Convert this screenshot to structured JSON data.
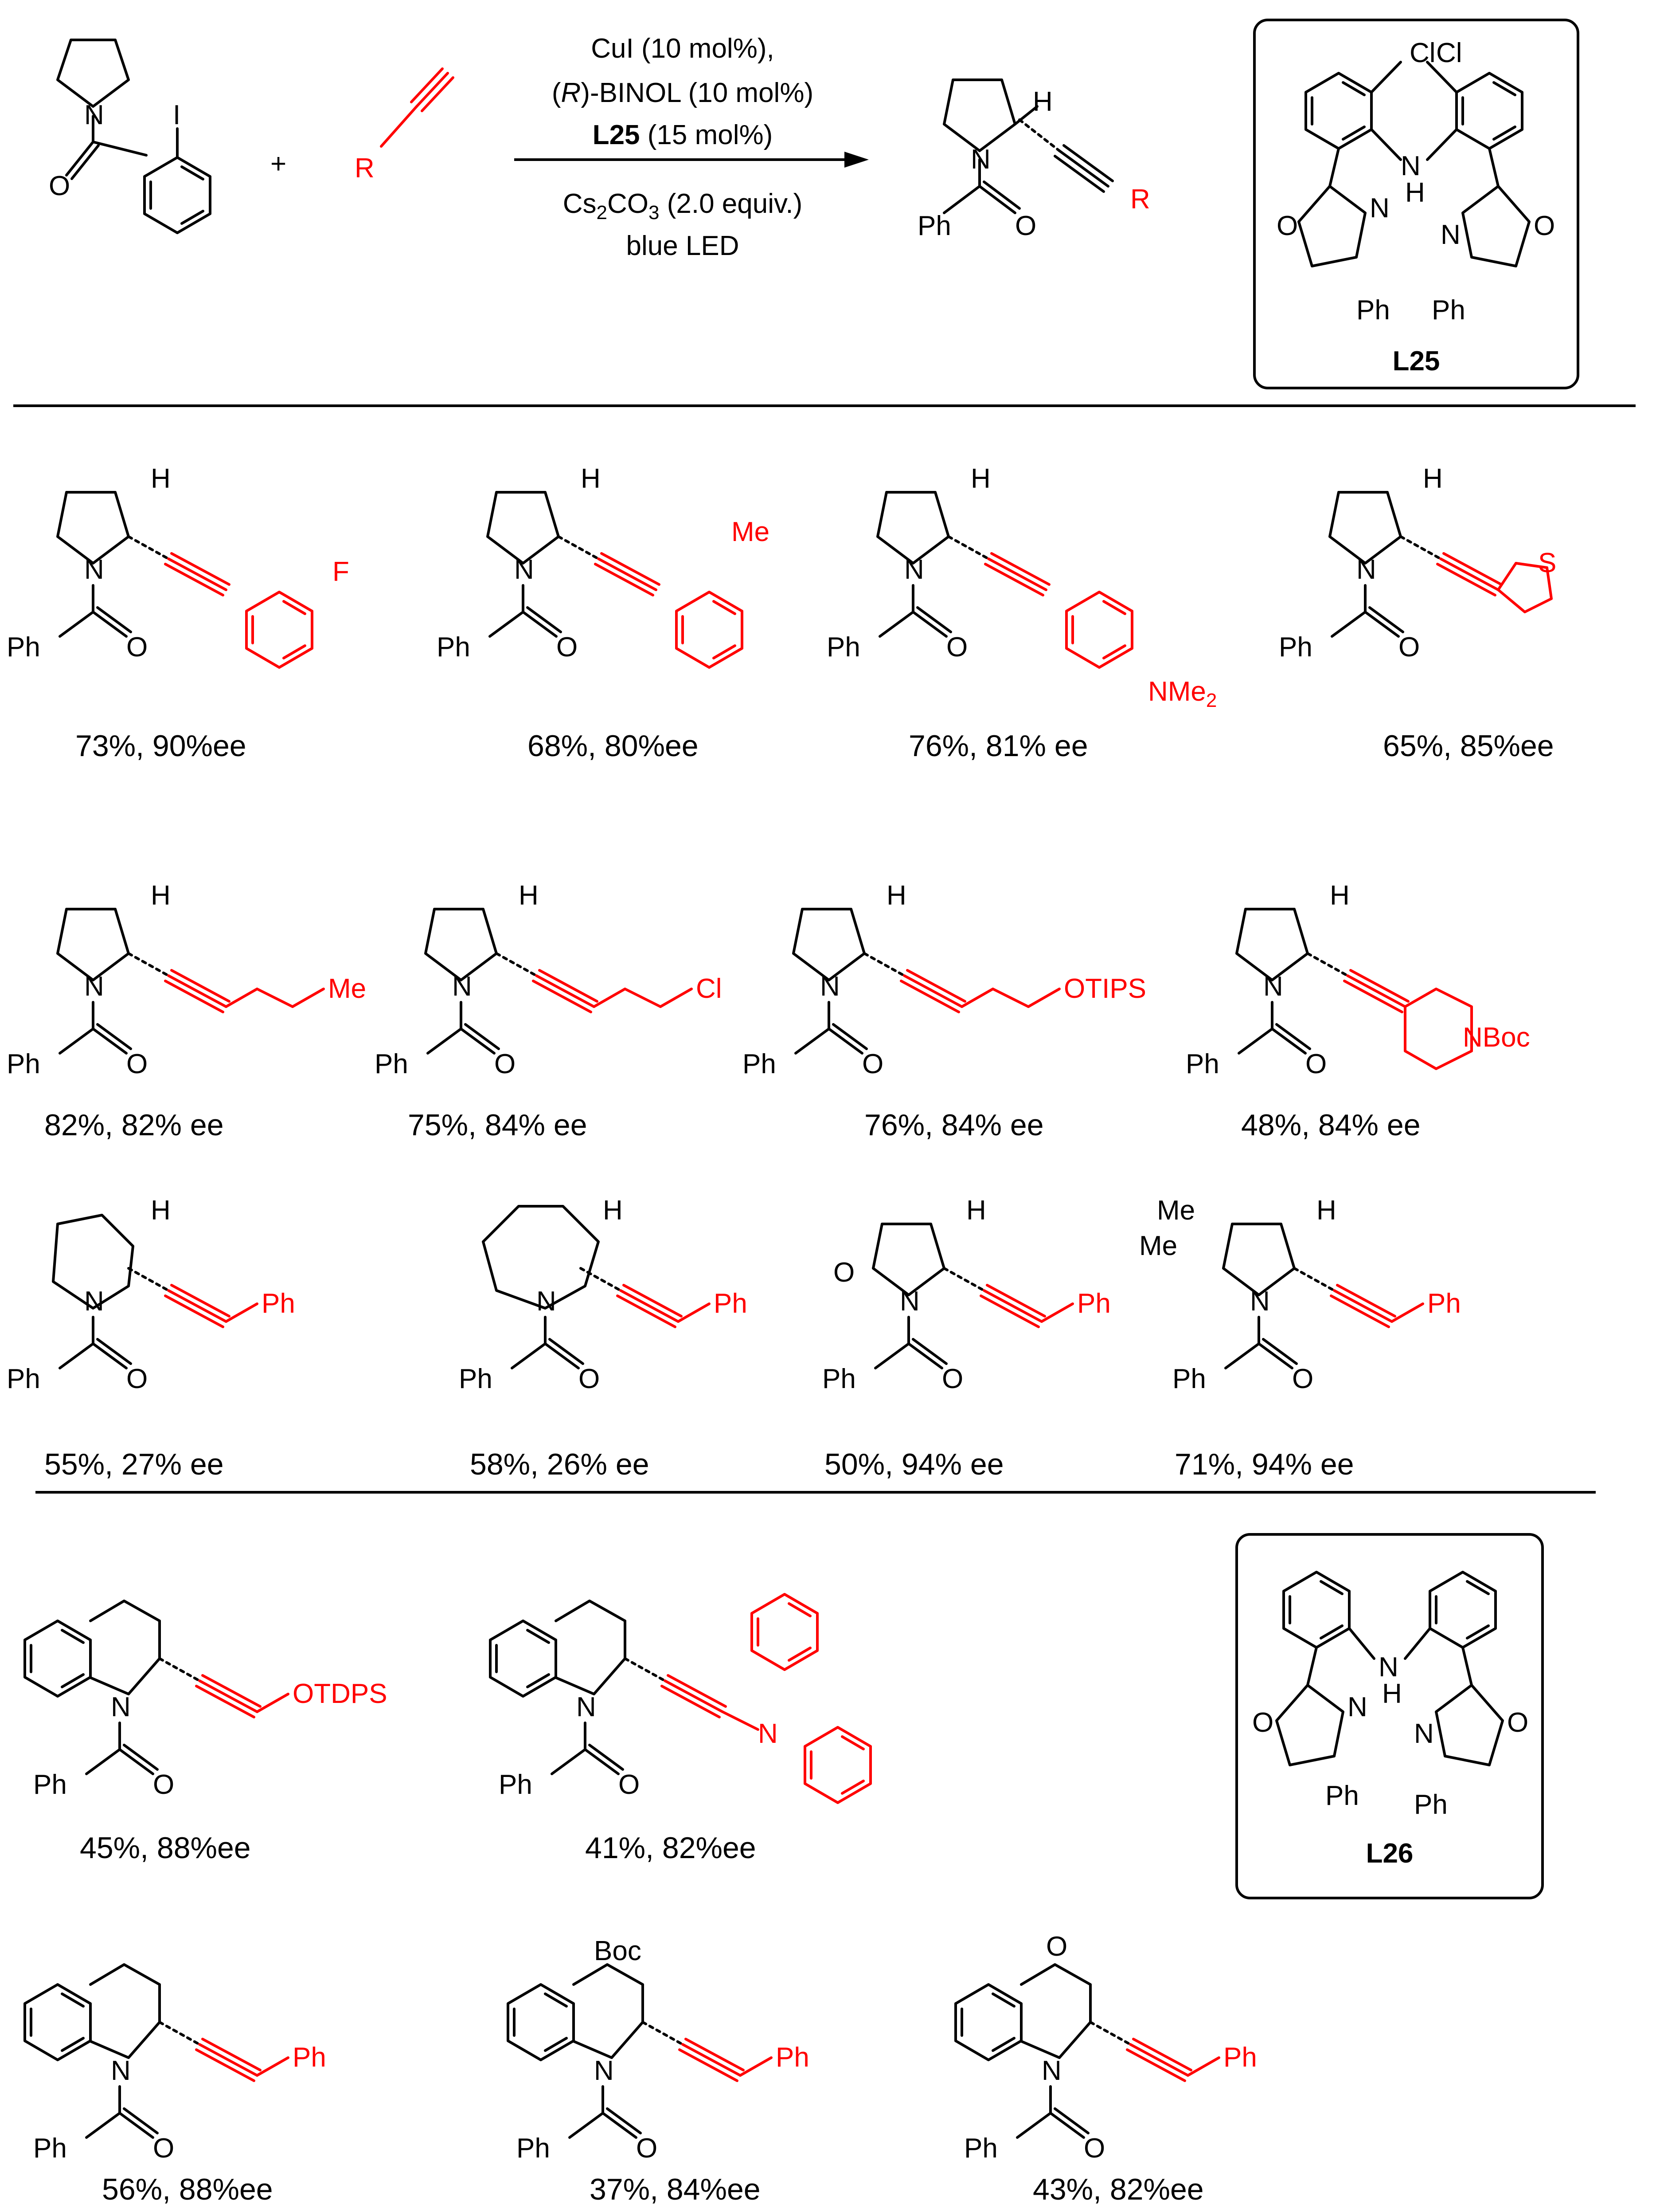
{
  "colors": {
    "substituent": "#ff0000",
    "ink": "#000000",
    "background": "#ffffff"
  },
  "header": {
    "plus": "+",
    "alkyne_R": "R",
    "iodo": "I",
    "reactant_N": "N",
    "reactant_O": "O",
    "conditions": {
      "line1": "CuI (10 mol%),",
      "line2_italic": "R",
      "line2_rest": ")-BINOL (10 mol%)",
      "line2_open": "(",
      "line3_bold": "L25",
      "line3_rest": " (15 mol%)",
      "line4_pre": "Cs",
      "line4_sub1": "2",
      "line4_mid": "CO",
      "line4_sub2": "3",
      "line4_post": " (2.0 equiv.)",
      "line5": "blue LED"
    },
    "product": {
      "H": "H",
      "N": "N",
      "Ph": "Ph",
      "O": "O",
      "R": "R"
    }
  },
  "ligands": [
    {
      "label": "L25",
      "Cl": "Cl",
      "NH_N": "N",
      "NH_H": "H",
      "H": "H",
      "O": "O",
      "N": "N",
      "Ph": "Ph"
    },
    {
      "label": "L26",
      "NH_N": "N",
      "NH_H": "H",
      "O": "O",
      "N": "N",
      "Ph": "Ph"
    }
  ],
  "common": {
    "H": "H",
    "N": "N",
    "Ph": "Ph",
    "O": "O",
    "Me": "Me",
    "Boc": "Boc"
  },
  "products": [
    {
      "substituent": "F",
      "result": "73%, 90%ee"
    },
    {
      "substituent": "Me",
      "result": "68%, 80%ee"
    },
    {
      "substituent": "NMe",
      "substituent_sub": "2",
      "result": "76%, 81% ee"
    },
    {
      "substituent": "S",
      "result": "65%, 85%ee"
    },
    {
      "substituent": "Me",
      "result": "82%, 82% ee"
    },
    {
      "substituent": "Cl",
      "result": "75%, 84% ee"
    },
    {
      "substituent": "OTIPS",
      "result": "76%, 84% ee"
    },
    {
      "substituent": "NBoc",
      "result": "48%, 84% ee"
    },
    {
      "substituent": "Ph",
      "result": "55%, 27% ee"
    },
    {
      "substituent": "Ph",
      "result": "58%, 26% ee"
    },
    {
      "substituent": "Ph",
      "result": "50%, 94% ee"
    },
    {
      "substituent": "Ph",
      "result": "71%, 94% ee"
    },
    {
      "substituent": "OTDPS",
      "result": "45%, 88%ee"
    },
    {
      "substituent": "N",
      "result": "41%, 82%ee"
    },
    {
      "substituent": "Ph",
      "result": "56%, 88%ee"
    },
    {
      "substituent": "Ph",
      "result": "37%, 84%ee"
    },
    {
      "substituent": "Ph",
      "result": "43%, 82%ee"
    }
  ]
}
